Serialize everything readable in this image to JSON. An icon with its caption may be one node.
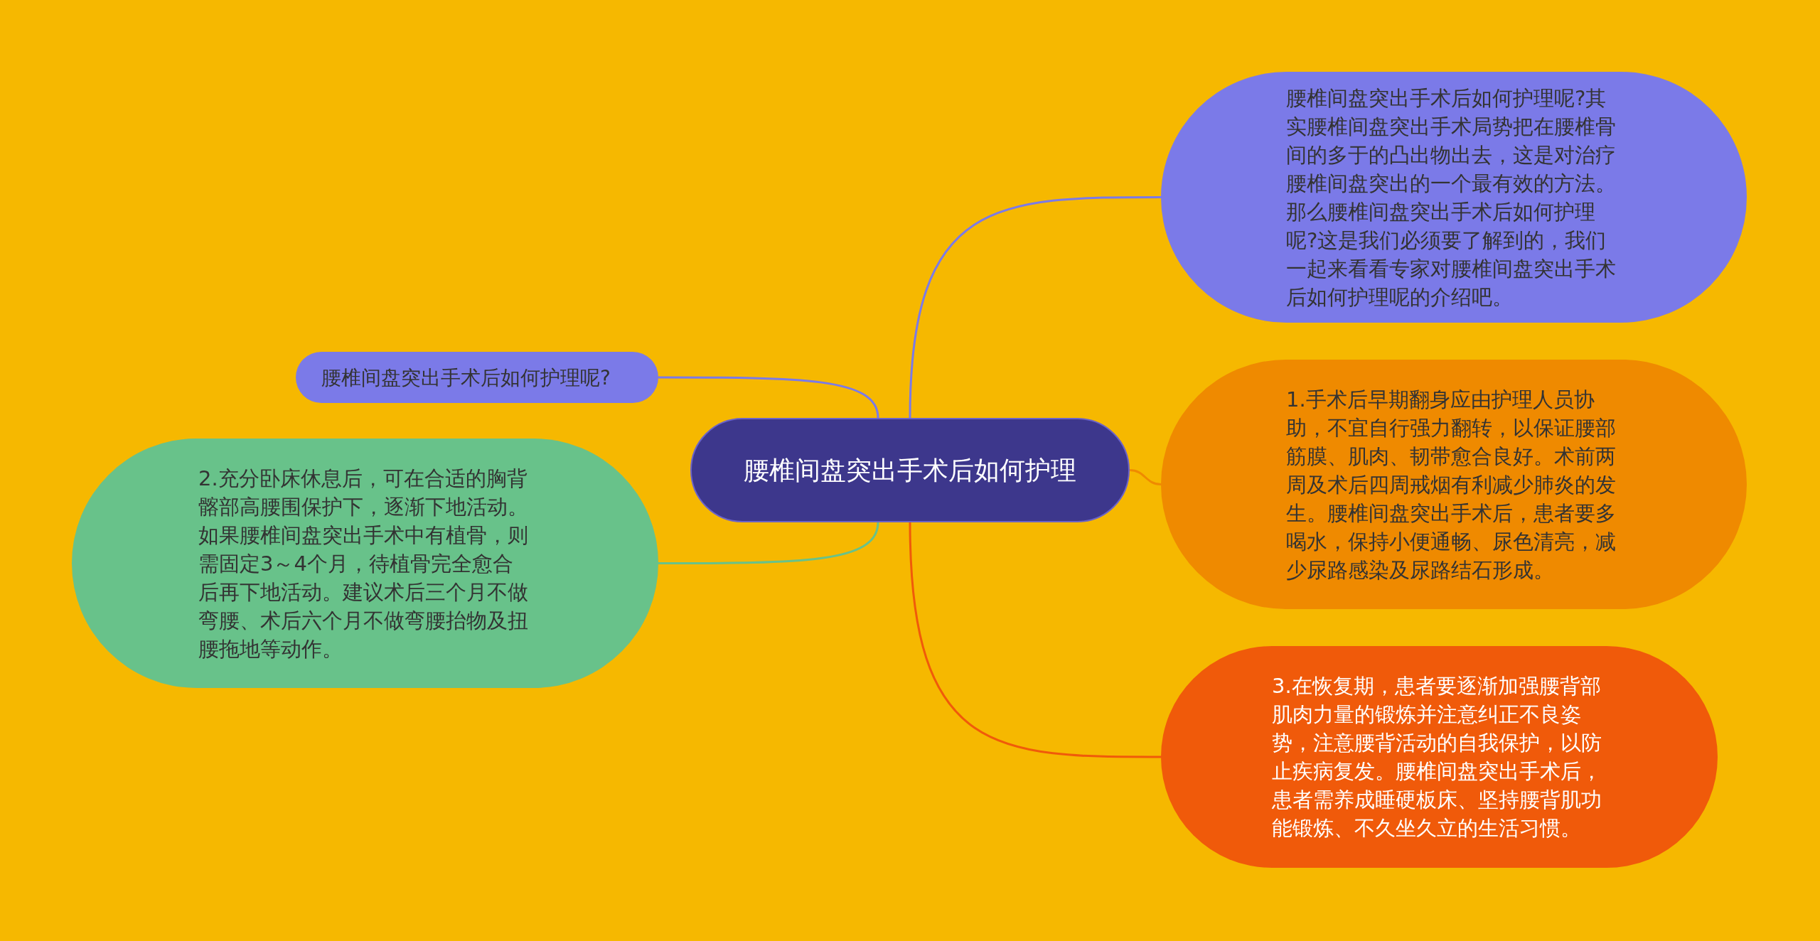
{
  "diagram": {
    "nodes": [
      {
        "text": [
          "腰椎间盘突出手术后如何护理"
        ]
      },
      {
        "text": [
          "腰椎间盘突出手术后如何护理呢?其实腰椎间盘突出手术局势把在腰椎骨间的多于的凸出物出去，这是对治疗腰椎间盘突出的一个最有效的方法。那么腰椎间盘突出手术后如何护理呢?这是我们必须要了解到的，我们一起来看看专家对腰椎间盘突出手术后如何护理呢的介绍吧。"
        ]
      },
      {
        "text": [
          "1.手术后早期翻身应由护理人员协助，不宜自行强力翻转，以保证腰部筋膜、肌肉、韧带愈合良好。术前两周及术后四周戒烟有利减少肺炎的发生。腰椎间盘突出手术后，患者要多喝水，保持小便通畅、尿色清亮，减少尿路感染及尿路结石形成。"
        ]
      },
      {
        "text": [
          "3.在恢复期，患者要逐渐加强腰背部肌肉力量的锻炼并注意纠正不良姿势，注意腰背活动的自我保护，以防止疾病复发。腰椎间盘突出手术后，患者需养成睡硬板床、坚持腰背肌功能锻炼、不久坐久立的生活习惯。"
        ]
      },
      {
        "text": [
          "腰椎间盘突出手术后如何护理呢?"
        ]
      },
      {
        "text": [
          "2.充分卧床休息后，可在合适的胸背髂部高腰围保护下，逐渐下地活动。如果腰椎间盘突出手术中有植骨，则需固定3～4个月，待植骨完全愈合后再下地活动。建议术后三个月不做弯腰、术后六个月不做弯腰抬物及扭腰拖地等动作。"
        ]
      }
    ],
    "edges": [
      {
        "from": 0,
        "to": 1,
        "arrow": "none",
        "color": "#7b7ae8"
      },
      {
        "from": 0,
        "to": 2,
        "arrow": "none",
        "color": "#ef8a00"
      },
      {
        "from": 0,
        "to": 3,
        "arrow": "none",
        "color": "#f05a0a"
      },
      {
        "from": 0,
        "to": 4,
        "arrow": "none",
        "color": "#7b7ae8"
      },
      {
        "from": 0,
        "to": 5,
        "arrow": "none",
        "color": "#68c28a"
      }
    ]
  }
}
